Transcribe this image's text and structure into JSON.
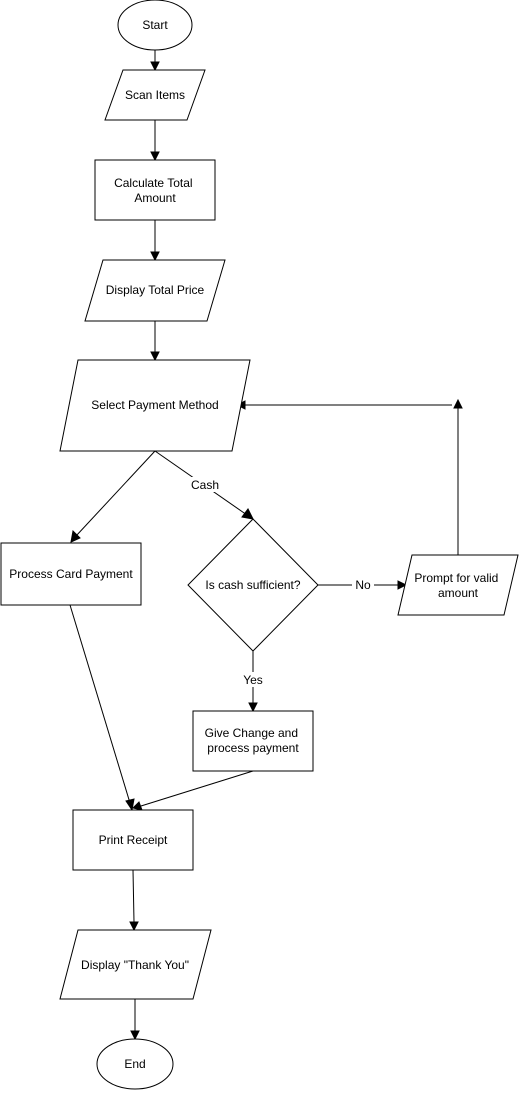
{
  "diagram": {
    "nodes": {
      "start": "Start",
      "scan_items": "Scan Items",
      "calculate_total": [
        "Calculate Total",
        "Amount"
      ],
      "display_total": "Display Total Price",
      "select_payment": "Select Payment Method",
      "process_card": "Process Card Payment",
      "cash_check": "Is cash sufficient?",
      "prompt_valid": [
        "Prompt for valid",
        "amount"
      ],
      "give_change": [
        "Give Change and",
        "process payment"
      ],
      "print_receipt": "Print Receipt",
      "display_thanks": "Display \"Thank You\"",
      "end": "End"
    },
    "edge_labels": {
      "cash": "Cash",
      "no": "No",
      "yes": "Yes"
    }
  }
}
